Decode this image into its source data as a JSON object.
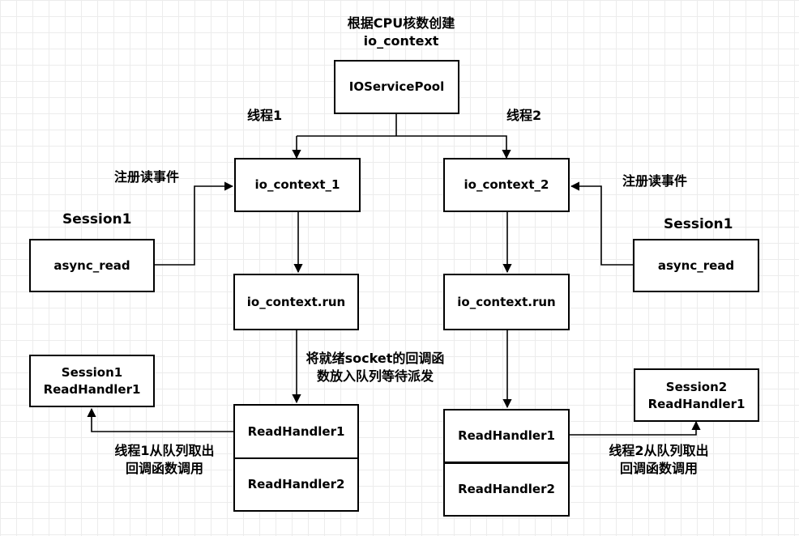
{
  "title": {
    "line1": "根据CPU核数创建",
    "line2": "io_context"
  },
  "pool": "IOServicePool",
  "threads": {
    "left": "线程1",
    "right": "线程2"
  },
  "left": {
    "ctx": "io_context_1",
    "run": "io_context.run",
    "register": "注册读事件",
    "session": "Session1",
    "async_read": "async_read",
    "dispatch_line1": "将就绪socket的回调函",
    "dispatch_line2": "数放入队列等待派发",
    "handler1": "ReadHandler1",
    "handler2": "ReadHandler2",
    "take_line1": "线程1从队列取出",
    "take_line2": "回调函数调用",
    "target_line1": "Session1",
    "target_line2": "ReadHandler1"
  },
  "right": {
    "ctx": "io_context_2",
    "run": "io_context.run",
    "register": "注册读事件",
    "session": "Session1",
    "async_read": "async_read",
    "handler1": "ReadHandler1",
    "handler2": "ReadHandler2",
    "take_line1": "线程2从队列取出",
    "take_line2": "回调函数调用",
    "target_line1": "Session2",
    "target_line2": "ReadHandler1"
  }
}
